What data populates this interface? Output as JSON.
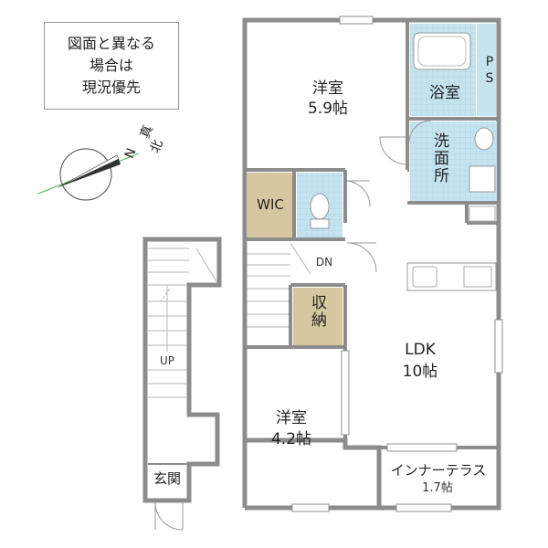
{
  "notice": {
    "line1": "図面と異なる",
    "line2": "場合は",
    "line3": "現況優先"
  },
  "compass": {
    "north_label": "北",
    "n_letter": "N",
    "true_label": "真"
  },
  "rooms": {
    "western1_name": "洋室",
    "western1_size": "5.9帖",
    "bath": "浴室",
    "ps": "PS",
    "washroom": "洗面所",
    "wic": "WIC",
    "storage": "収納",
    "dn": "DN",
    "up": "UP",
    "ldk_name": "LDK",
    "ldk_size": "10帖",
    "western2_name": "洋室",
    "western2_size": "4.2帖",
    "terrace_name": "インナーテラス",
    "terrace_size": "1.7帖",
    "entrance": "玄関"
  },
  "colors": {
    "wall": "#8c8c8c",
    "tile_blue": "#c6e4f0",
    "storage_tan": "#d7c7a1",
    "compass_green": "#4caf50"
  }
}
